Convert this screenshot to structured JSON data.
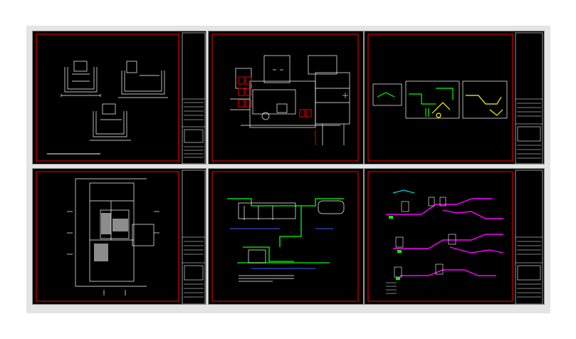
{
  "viewport": {
    "background": "#ffffff",
    "layout_background": "#e4e4e4"
  },
  "colors": {
    "paper": "#000000",
    "frame_red": "#ff0000",
    "title_block": "#ffffff",
    "cad_white": "#ffffff",
    "pipe_green": "#00ff00",
    "pipe_yellow": "#ffff00",
    "pipe_magenta": "#ff00ff",
    "pipe_cyan": "#00ffff",
    "pipe_blue": "#3c5cff"
  },
  "sheets": [
    {
      "id": "sheet-1",
      "content": "section-details"
    },
    {
      "id": "sheet-2",
      "content": "equipment-plan"
    },
    {
      "id": "sheet-3",
      "content": "green-yellow-schematic"
    },
    {
      "id": "sheet-4",
      "content": "floor-plan"
    },
    {
      "id": "sheet-5",
      "content": "green-piping-profile"
    },
    {
      "id": "sheet-6",
      "content": "magenta-piping-diagram"
    }
  ]
}
